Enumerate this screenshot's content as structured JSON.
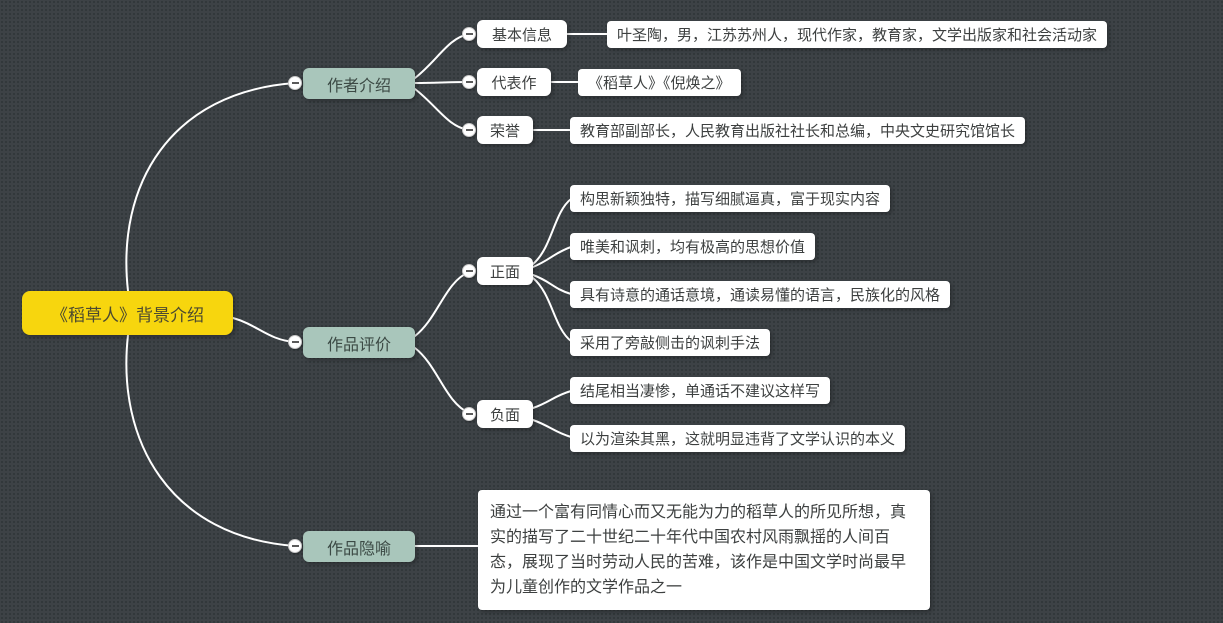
{
  "canvas": {
    "background_color": "#3d4246",
    "dot_color": "#32383b",
    "connector_color": "#ffffff",
    "root_color": "#f7d60e",
    "branch_color": "#a9c6bb",
    "leaf_color": "#ffffff"
  },
  "root": {
    "label": "《稻草人》背景介绍"
  },
  "branches": [
    {
      "label": "作者介绍",
      "children": [
        {
          "label": "基本信息",
          "leaf": "叶圣陶，男，江苏苏州人，现代作家，教育家，文学出版家和社会活动家"
        },
        {
          "label": "代表作",
          "leaf": "《稻草人》《倪焕之》"
        },
        {
          "label": "荣誉",
          "leaf": "教育部副部长，人民教育出版社社长和总编，中央文史研究馆馆长"
        }
      ]
    },
    {
      "label": "作品评价",
      "children": [
        {
          "label": "正面",
          "leaves": [
            "构思新颖独特，描写细腻逼真，富于现实内容",
            "唯美和讽刺，均有极高的思想价值",
            "具有诗意的通话意境，通读易懂的语言，民族化的风格",
            "采用了旁敲侧击的讽刺手法"
          ]
        },
        {
          "label": "负面",
          "leaves": [
            "结尾相当凄惨，单通话不建议这样写",
            "以为渲染其黑，这就明显违背了文学认识的本义"
          ]
        }
      ]
    },
    {
      "label": "作品隐喻",
      "leaf": "通过一个富有同情心而又无能为力的稻草人的所见所想，真实的描写了二十世纪二十年代中国农村风雨飘摇的人间百态，展现了当时劳动人民的苦难，该作是中国文学时尚最早为儿童创作的文学作品之一"
    }
  ]
}
